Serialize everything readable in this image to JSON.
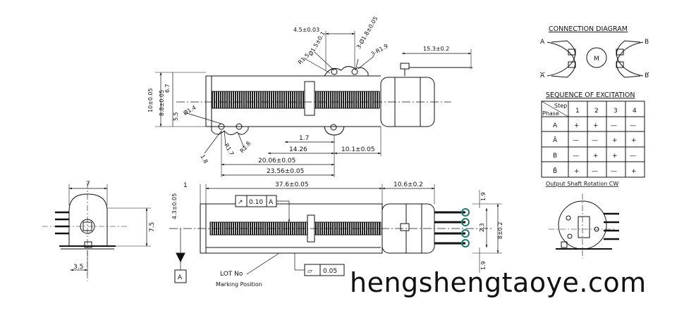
{
  "watermark": "hengshengtaoye.com",
  "connection_diagram": {
    "title": "CONNECTION DIAGRAM",
    "labels": {
      "a": "A",
      "a_bar": "A",
      "b": "B",
      "b_bar": "B",
      "motor": "M"
    }
  },
  "excitation": {
    "title": "SEQUENCE OF EXCITATION",
    "corner_top": "Step",
    "corner_bottom": "Phase",
    "steps": [
      "1",
      "2",
      "3",
      "4"
    ],
    "rows": [
      {
        "phase": "A",
        "signs": [
          "+",
          "+",
          "—",
          "—"
        ]
      },
      {
        "phase": "Ā",
        "signs": [
          "—",
          "—",
          "+",
          "+"
        ]
      },
      {
        "phase": "B",
        "signs": [
          "—",
          "+",
          "+",
          "—"
        ]
      },
      {
        "phase": "B̄",
        "signs": [
          "+",
          "—",
          "—",
          "+"
        ]
      }
    ],
    "rotation_note": "Output Shaft Rotation CW"
  },
  "top_view_dims": {
    "d_4_5": "4.5±0.03",
    "d_phi_1_5": "Ø1.5±0.1",
    "d_3_phi": "3-Ø1.8±0.05",
    "d_3_r19": "3-R1.9",
    "d_r15": "R1.5",
    "d_15_3": "15.3±0.2",
    "d_10": "10±0.05",
    "d_6_7": "6.7",
    "d_8_8": "8.8±0.05",
    "d_5_5": "5.5",
    "d_phi_1_4": "Ø1.4",
    "d_r17": "R1.7",
    "d_r28": "R2.8",
    "d_1_8": "1.8",
    "d_1_7": "1.7",
    "d_14_26": "14.26",
    "d_10_1": "10.1±0.05",
    "d_20_06": "20.06±0.05",
    "d_23_56": "23.56±0.05"
  },
  "front_view_dims": {
    "d_1": "1",
    "d_37_6": "37.6±0.05",
    "d_10_6": "10.6±0.2",
    "d_4_3": "4.3±0.05",
    "d_1_9_top": "1.9",
    "d_1_9_bot": "1.9",
    "d_2_3": "2.3",
    "d_8": "8±0.2",
    "tol_symbol": "↗",
    "tol_value": "0.10",
    "tol_datum": "A",
    "flat_symbol": "▱",
    "flat_value": "0.05",
    "datum": "A",
    "lot_label": "LOT No",
    "position_label": "Marking Position"
  },
  "side_view_dims": {
    "d_7": "7",
    "d_7_5": "7.5",
    "d_3_5": "3.5"
  }
}
